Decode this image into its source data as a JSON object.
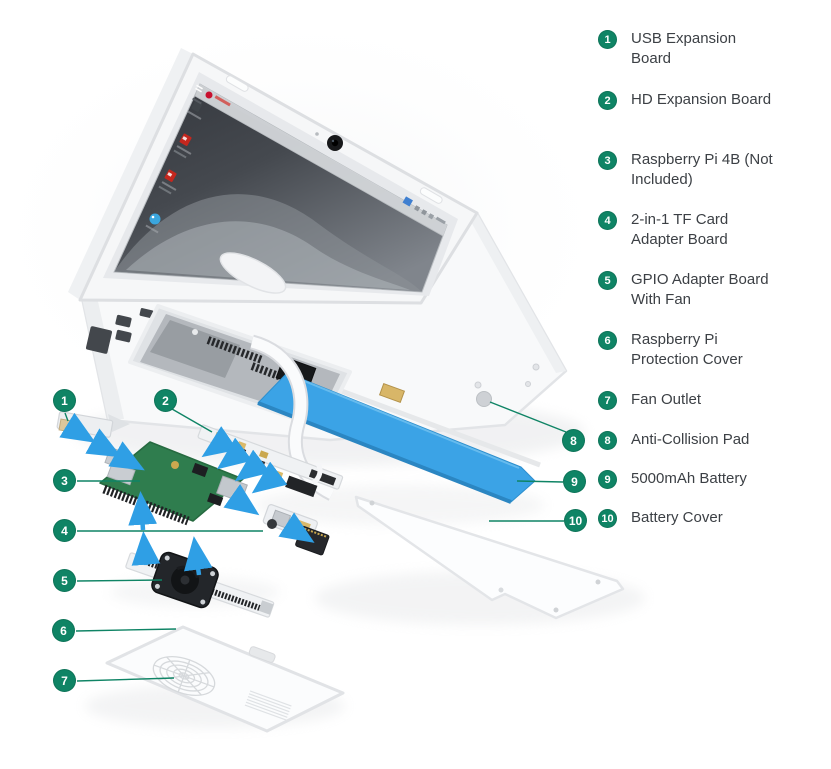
{
  "legend": {
    "items": [
      {
        "number": "1",
        "label": "USB Expansion Board"
      },
      {
        "number": "2",
        "label": "HD Expansion Board"
      },
      {
        "number": "3",
        "label": "Raspberry Pi 4B (Not Included)"
      },
      {
        "number": "4",
        "label": "2-in-1 TF Card Adapter Board"
      },
      {
        "number": "5",
        "label": "GPIO Adapter Board With Fan"
      },
      {
        "number": "6",
        "label": "Raspberry Pi Protection Cover"
      },
      {
        "number": "7",
        "label": "Fan Outlet"
      },
      {
        "number": "8",
        "label": "Anti-Collision Pad"
      },
      {
        "number": "9",
        "label": "5000mAh Battery"
      },
      {
        "number": "10",
        "label": "Battery Cover"
      }
    ]
  },
  "diagram_badges": [
    "1",
    "2",
    "3",
    "4",
    "5",
    "6",
    "7",
    "8",
    "9",
    "10"
  ],
  "colors": {
    "accent_green": "#0f8465",
    "arrow_blue": "#2f9fe5",
    "battery_blue": "#3ba3e6",
    "pcb_green": "#2f7d4e"
  }
}
